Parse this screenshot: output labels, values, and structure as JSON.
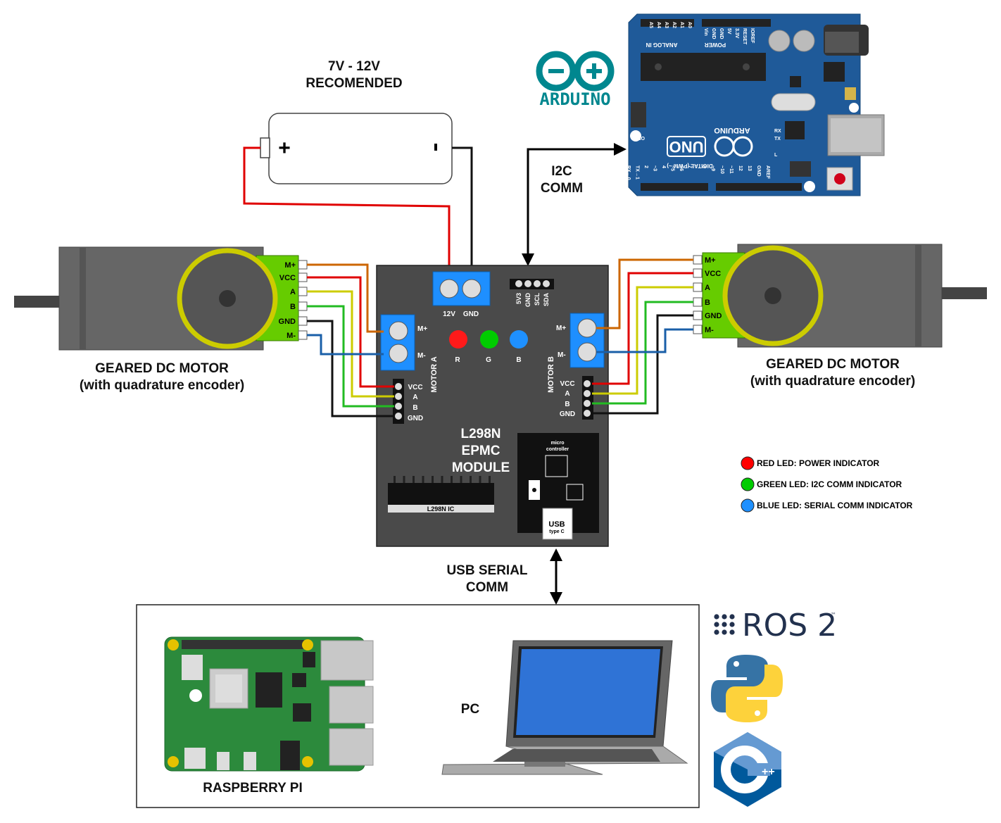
{
  "battery": {
    "title_line1": "7V - 12V",
    "title_line2": "RECOMENDED",
    "plus": "+"
  },
  "arduino": {
    "logo_text": "ARDUINO",
    "board_brand": "ARDUINO",
    "board_model": "UNO",
    "analog_label": "ANALOG IN",
    "power_label": "POWER",
    "digital_label": "DIGITAL (PWM ~)",
    "on_label": "ON",
    "rx_label": "RX",
    "tx_label": "TX",
    "l_label": "L",
    "analog_pins": [
      "A0",
      "A1",
      "A2",
      "A3",
      "A4",
      "A5"
    ],
    "power_pins": [
      "Vin",
      "GND",
      "GND",
      "5V",
      "3.3V",
      "RESET",
      "IOREF"
    ],
    "digital_pins_low": [
      "RX←0",
      "TX→1",
      "2",
      "~3",
      "4",
      "~5",
      "~6",
      "7"
    ],
    "digital_pins_high": [
      "8",
      "~9",
      "~10",
      "~11",
      "12",
      "13",
      "GND",
      "AREF"
    ]
  },
  "comm": {
    "i2c_line1": "I2C",
    "i2c_line2": "COMM",
    "usb_line1": "USB SERIAL",
    "usb_line2": "COMM"
  },
  "module": {
    "title_line1": "L298N",
    "title_line2": "EPMC",
    "title_line3": "MODULE",
    "power_12v": "12V",
    "power_gnd": "GND",
    "i2c_pins": [
      "5V3",
      "GND",
      "SCL",
      "SDA"
    ],
    "motor_a_label": "MOTOR A",
    "motor_b_label": "MOTOR B",
    "m_plus": "M+",
    "m_minus": "M-",
    "enc_pins": [
      "VCC",
      "A",
      "B",
      "GND"
    ],
    "led_labels": [
      "R",
      "G",
      "B"
    ],
    "ic_label": "L298N IC",
    "mcu_line1": "micro",
    "mcu_line2": "controller",
    "usb_line1": "USB",
    "usb_line2": "type C"
  },
  "motor_left": {
    "pins": [
      "M+",
      "VCC",
      "A",
      "B",
      "GND",
      "M-"
    ],
    "label_line1": "GEARED DC MOTOR",
    "label_line2": "(with quadrature encoder)"
  },
  "motor_right": {
    "pins": [
      "M+",
      "VCC",
      "A",
      "B",
      "GND",
      "M-"
    ],
    "label_line1": "GEARED DC MOTOR",
    "label_line2": "(with quadrature encoder)"
  },
  "legend": {
    "items": [
      {
        "text": "RED LED: POWER INDICATOR",
        "color": "#ff0000"
      },
      {
        "text": "GREEN LED: I2C COMM INDICATOR",
        "color": "#00cc00"
      },
      {
        "text": "BLUE LED: SERIAL COMM INDICATOR",
        "color": "#1e90ff"
      }
    ]
  },
  "host": {
    "raspberry_label": "RASPBERRY PI",
    "pc_label": "PC"
  },
  "logos": {
    "ros2_text": "ROS 2",
    "ros2_tm": "™",
    "cpp_text": "++"
  },
  "colors": {
    "module_body": "#4a4a4a",
    "wire_red": "#e00000",
    "wire_black": "#111111",
    "wire_orange": "#cc6600",
    "wire_yellow": "#cccc00",
    "wire_green": "#22bb22",
    "wire_blue": "#1a5fa8",
    "encoder_board": "#66cc00",
    "arduino_blue": "#1f5a99",
    "arduino_teal": "#00878f",
    "terminal_blue": "#1e8fff"
  }
}
